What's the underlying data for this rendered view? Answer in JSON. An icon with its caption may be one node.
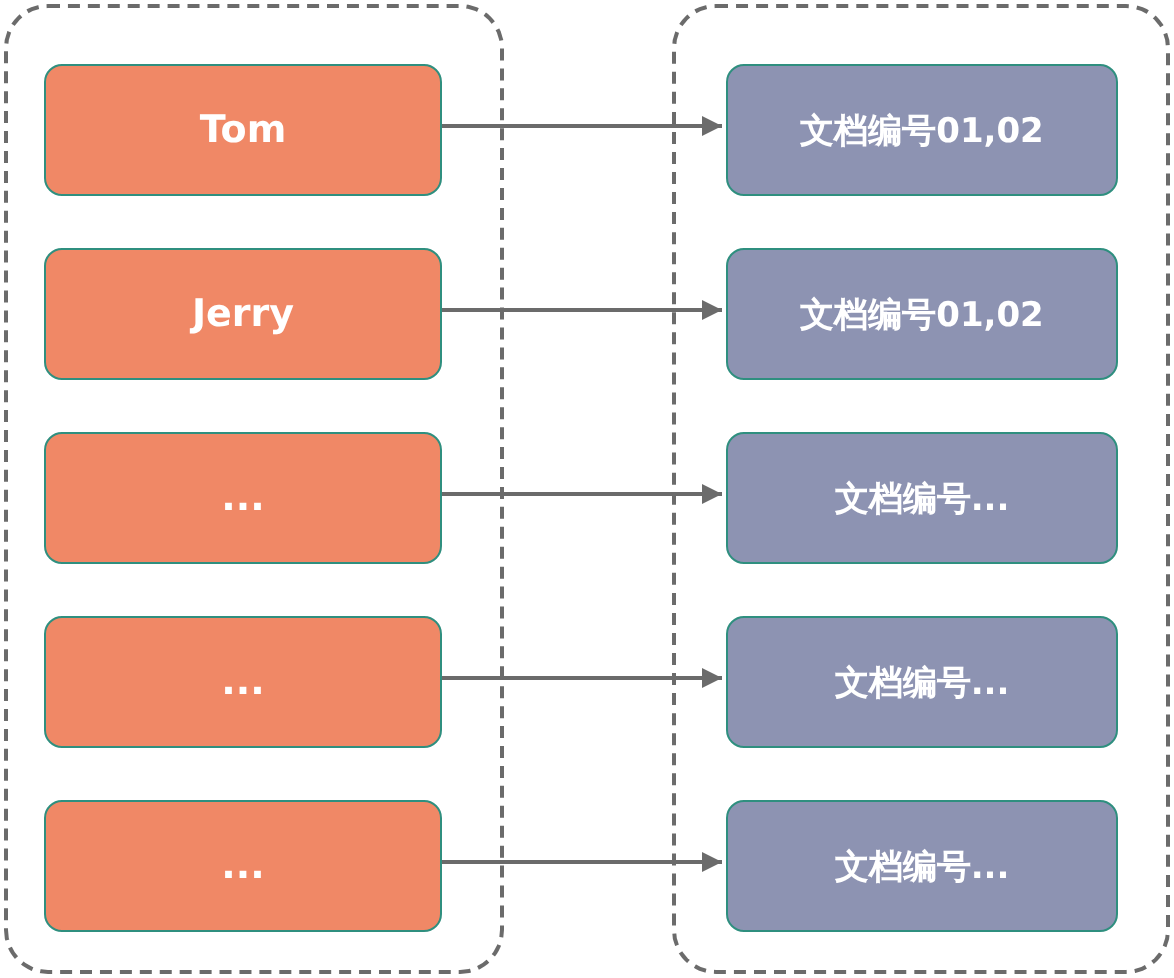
{
  "diagram": {
    "nodes": [
      {
        "text": [],
        "shape": "box"
      },
      {
        "text": [
          "Tom"
        ],
        "in": 0
      },
      {
        "text": [
          "Jerry"
        ],
        "in": 0
      },
      {
        "text": [
          "..."
        ],
        "in": 0
      },
      {
        "text": [
          "..."
        ],
        "in": 0
      },
      {
        "text": [
          "..."
        ],
        "in": 0
      },
      {
        "text": [],
        "shape": "box"
      },
      {
        "text": [
          "文档编号01,02"
        ],
        "in": 6
      },
      {
        "text": [
          "文档编号01,02"
        ],
        "in": 6
      },
      {
        "text": [
          "文档编号..."
        ],
        "in": 6
      },
      {
        "text": [
          "文档编号..."
        ],
        "in": 6
      },
      {
        "text": [
          "文档编号..."
        ],
        "in": 6
      }
    ],
    "edges": [
      {
        "from": 1,
        "to": 7,
        "arrow": "to"
      },
      {
        "from": 2,
        "to": 8,
        "arrow": "to"
      },
      {
        "from": 3,
        "to": 9,
        "arrow": "to"
      },
      {
        "from": 4,
        "to": 10,
        "arrow": "to"
      },
      {
        "from": 5,
        "to": 11,
        "arrow": "to"
      }
    ]
  }
}
